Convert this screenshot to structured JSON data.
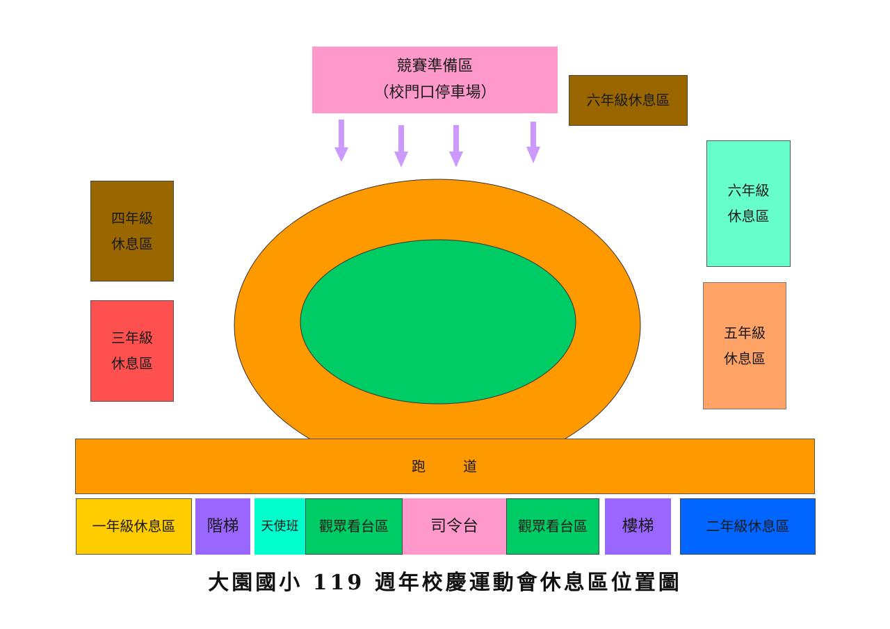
{
  "title": "大園國小 119 週年校慶運動會休息區位置圖",
  "prep_area": {
    "line1": "競賽準備區",
    "line2": "（校門口停車場）"
  },
  "areas": {
    "grade6_top": "六年級休息區",
    "grade6_right_line1": "六年級",
    "grade6_right_line2": "休息區",
    "grade5_line1": "五年級",
    "grade5_line2": "休息區",
    "grade4_line1": "四年級",
    "grade4_line2": "休息區",
    "grade3_line1": "三年級",
    "grade3_line2": "休息區"
  },
  "track": {
    "part1": "跑",
    "part2": "道"
  },
  "bottom_row": {
    "grade1": "一年級休息區",
    "stairs_left": "階梯",
    "angel_class": "天使班",
    "audience_left": "觀眾看台區",
    "podium": "司令台",
    "audience_right": "觀眾看台區",
    "stairs_right": "樓梯",
    "grade2": "二年級休息區"
  },
  "colors": {
    "track_orange": "#ff9900",
    "field_green": "#00cc66",
    "arrow_purple": "#cc99ff",
    "prep_pink": "#ff99cc",
    "brown": "#996600",
    "mint": "#66ffcc",
    "salmon": "#ffa366",
    "red": "#ff5050",
    "yellow": "#ffcc00",
    "violet": "#9966ff",
    "aqua": "#00ffcc",
    "blue": "#0066ff"
  }
}
